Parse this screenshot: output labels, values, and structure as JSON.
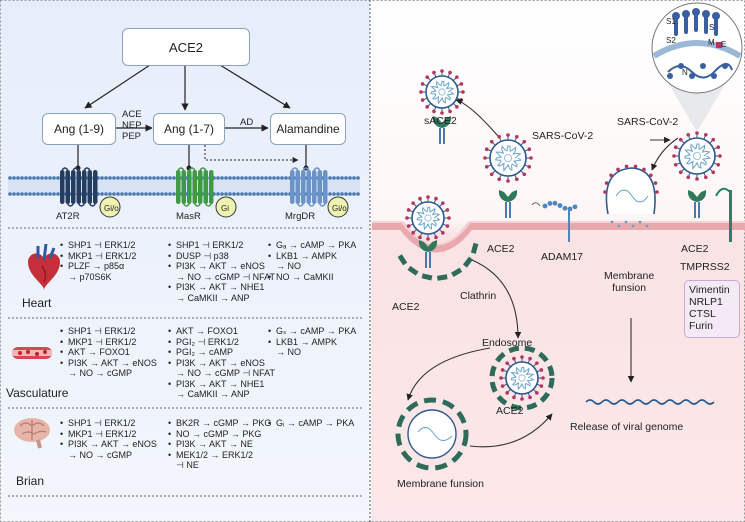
{
  "ace2_box": "ACE2",
  "ang19": "Ang (1-9)",
  "ang17": "Ang (1-7)",
  "alamandine": "Alamandine",
  "enzymes": [
    "ACE",
    "NEP",
    "PEP"
  ],
  "ad_label": "AD",
  "receptors": {
    "at2r": "AT2R",
    "masr": "MasR",
    "mrgdr": "MrgDR",
    "g_i_o": "Gi/o",
    "g_i": "Gi",
    "g_i_o2": "Gi/o"
  },
  "organs": {
    "heart": {
      "label": "Heart",
      "col1": [
        {
          "t": "SHP1 ⊣ ERK1/2",
          "b": true
        },
        {
          "t": "MKP1 ⊣ ERK1/2",
          "b": true
        },
        {
          "t": "PLZF → p85α",
          "b": true
        },
        {
          "t": "→ p70S6K",
          "b": false
        }
      ],
      "col2": [
        {
          "t": "SHP1 ⊣ ERK1/2",
          "b": true
        },
        {
          "t": "DUSP ⊣ p38",
          "b": true
        },
        {
          "t": "PI3K → AKT → eNOS",
          "b": true
        },
        {
          "t": "→ NO → cGMP ⊣ NFAT",
          "b": false
        },
        {
          "t": "PI3K → AKT → NHE1",
          "b": true
        },
        {
          "t": "→ CaMKII → ANP",
          "b": false
        }
      ],
      "col3": [
        {
          "t": "Gₐ → cAMP → PKA",
          "b": true
        },
        {
          "t": "LKB1 → AMPK",
          "b": true
        },
        {
          "t": "→ NO",
          "b": false
        },
        {
          "t": "NO → CaMKII",
          "b": true
        }
      ]
    },
    "vasculature": {
      "label": "Vasculature",
      "col1": [
        {
          "t": "SHP1 ⊣ ERK1/2",
          "b": true
        },
        {
          "t": "MKP1 ⊣ ERK1/2",
          "b": true
        },
        {
          "t": "AKT → FOXO1",
          "b": true
        },
        {
          "t": "PI3K → AKT → eNOS",
          "b": true
        },
        {
          "t": "→ NO → cGMP",
          "b": false
        }
      ],
      "col2": [
        {
          "t": "AKT → FOXO1",
          "b": true
        },
        {
          "t": "PGI₂ ⊣ ERK1/2",
          "b": true
        },
        {
          "t": "PGI₂ → cAMP",
          "b": true
        },
        {
          "t": "PI3K → AKT → eNOS",
          "b": true
        },
        {
          "t": "→ NO → cGMP ⊣ NFAT",
          "b": false
        },
        {
          "t": "PI3K → AKT → NHE1",
          "b": true
        },
        {
          "t": "→ CaMKII → ANP",
          "b": false
        }
      ],
      "col3": [
        {
          "t": "Gₛ → cAMP → PKA",
          "b": true
        },
        {
          "t": "LKB1 → AMPK",
          "b": true
        },
        {
          "t": "→ NO",
          "b": false
        }
      ]
    },
    "brain": {
      "label": "Brian",
      "col1": [
        {
          "t": "SHP1 ⊣ ERK1/2",
          "b": true
        },
        {
          "t": "MKP1 ⊣ ERK1/2",
          "b": true
        },
        {
          "t": "PI3K → AKT → eNOS",
          "b": true
        },
        {
          "t": "→ NO → cGMP",
          "b": false
        }
      ],
      "col2": [
        {
          "t": "BK2R → cGMP → PKG",
          "b": true
        },
        {
          "t": "NO → cGMP → PKG",
          "b": true
        },
        {
          "t": "PI3K → AKT → NE",
          "b": true
        },
        {
          "t": "MEK1/2 → ERK1/2",
          "b": true
        },
        {
          "t": "⊣ NE",
          "b": false
        }
      ],
      "col3": [
        {
          "t": "Gᵢ → cAMP → PKA",
          "b": true
        }
      ]
    }
  },
  "right": {
    "sace2": "sACE2",
    "sars_left": "SARS-CoV-2",
    "sars_right": "SARS-CoV-2",
    "ace2_a": "ACE2",
    "adam17": "ADAM17",
    "membrane_fusion": "Membrane\nfunsion",
    "ace2_b": "ACE2",
    "tmprss2": "TMPRSS2",
    "factors": [
      "Vimentin",
      "NRLP1",
      "CTSL",
      "Furin"
    ],
    "ace2_c": "ACE2",
    "clathrin": "Clathrin",
    "endosome": "Endosome",
    "ace2_d": "ACE2",
    "release": "Release of viral genome",
    "membrane_fusion2": "Membrane funsion",
    "structure_labels": [
      "S1",
      "S2",
      "S",
      "M",
      "E",
      "N"
    ]
  },
  "colors": {
    "left_bg": "#eef3fb",
    "right_bg": "#fbe9ea",
    "membrane_blue": "#4a79b0",
    "virus_blue": "#2f5a8f",
    "spike_red": "#b3355f",
    "ace2_green": "#2f7a5a",
    "at2r": "#243d60",
    "masr": "#3f9a46",
    "mrgdr": "#6b93c7",
    "g_yellow": "#eef3b0"
  }
}
